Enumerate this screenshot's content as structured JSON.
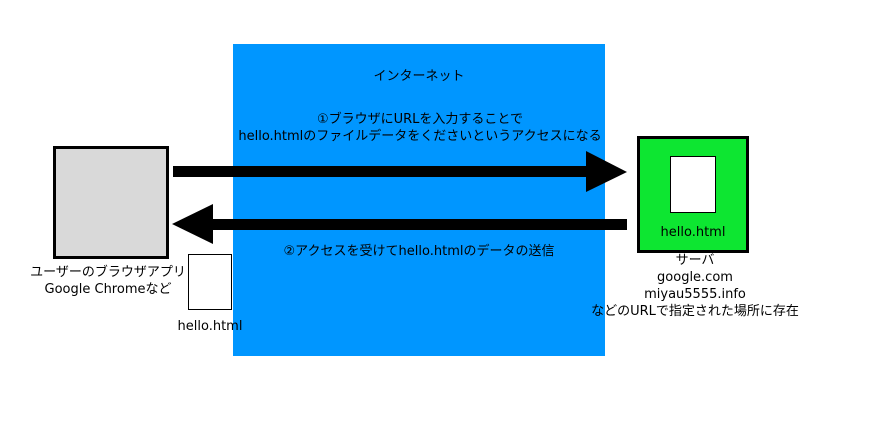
{
  "internet": {
    "label": "インターネット",
    "color": "#0096ff"
  },
  "request_caption": [
    "①ブラウザにURLを入力することで",
    "hello.htmlのファイルデータをくださいというアクセスになる"
  ],
  "response_caption": "②アクセスを受けてhello.htmlのデータの送信",
  "client": {
    "label": [
      "ユーザーのブラウザアプリ",
      "Google Chromeなど"
    ],
    "file_name": "hello.html"
  },
  "server": {
    "file_name": "hello.html",
    "label": [
      "サーバ",
      "google.com",
      "miyau5555.info",
      "などのURLで指定された場所に存在"
    ],
    "color": "#0de631"
  }
}
